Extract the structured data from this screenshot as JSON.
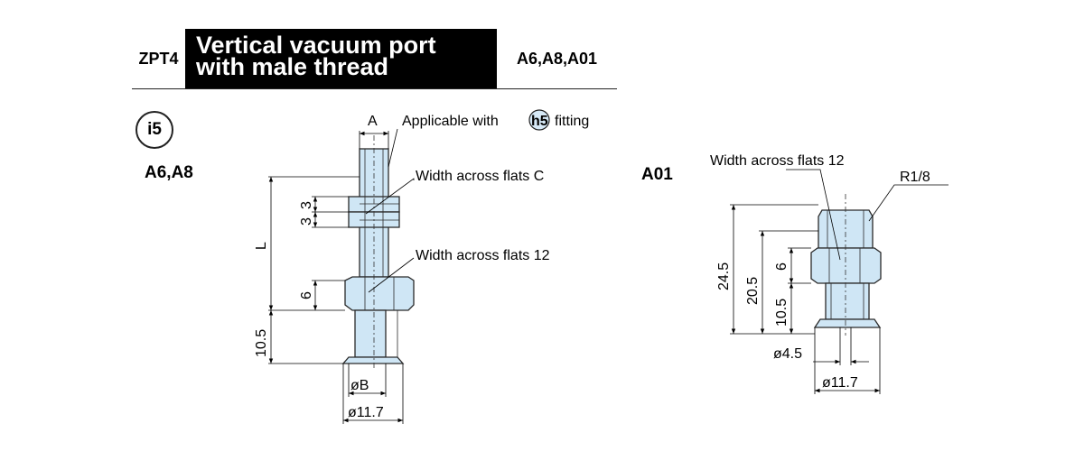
{
  "header": {
    "series": "ZPT4",
    "title_line1": "Vertical vacuum port",
    "title_line2": "with male thread",
    "models": "A6,A8,A01"
  },
  "badge": "i5",
  "left_drawing": {
    "variant_label": "A6,A8",
    "dim_A": "A",
    "callout_applicable_prefix": "Applicable with",
    "callout_fitting_badge": "h5",
    "callout_applicable_suffix": "fitting",
    "callout_flats_c": "Width across flats C",
    "callout_flats_12": "Width across flats 12",
    "dim_L": "L",
    "dim_3_upper": "3",
    "dim_3_lower": "3",
    "dim_6": "6",
    "dim_10_5": "10.5",
    "dim_B": "øB",
    "dim_dia": "ø11.7"
  },
  "right_drawing": {
    "variant_label": "A01",
    "callout_flats_12": "Width across flats 12",
    "callout_thread": "R1/8",
    "dim_24_5": "24.5",
    "dim_20_5": "20.5",
    "dim_6": "6",
    "dim_10_5": "10.5",
    "dim_dia_small": "ø4.5",
    "dim_dia": "ø11.7"
  },
  "colors": {
    "part_fill": "#cfe6f5",
    "part_stroke": "#2a2a2a",
    "header_bg": "#000000"
  }
}
